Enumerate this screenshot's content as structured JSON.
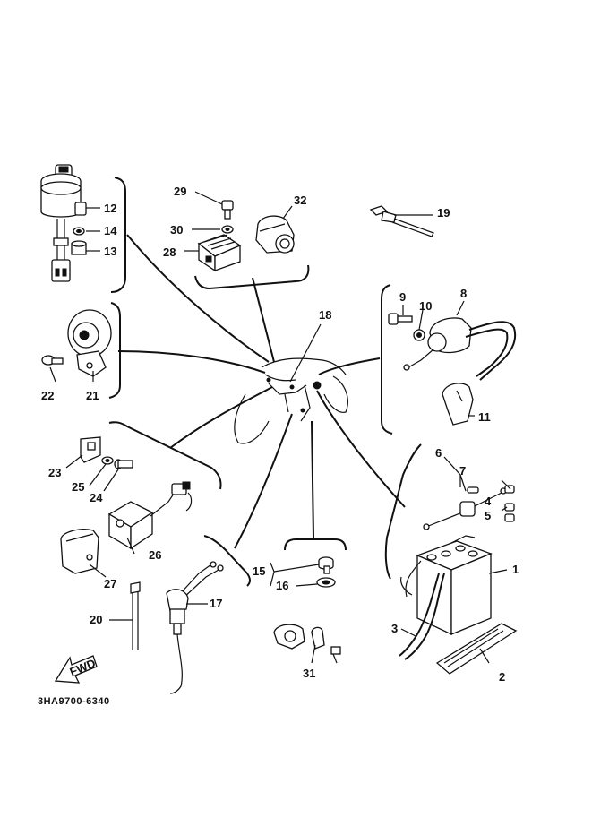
{
  "diagram_code": "3HA9700-6340",
  "fwd_text": "FWD",
  "callouts": {
    "c1": "1",
    "c2": "2",
    "c3": "3",
    "c4": "4",
    "c5": "5",
    "c6": "6",
    "c7": "7",
    "c8": "8",
    "c9": "9",
    "c10": "10",
    "c11": "11",
    "c12": "12",
    "c13": "13",
    "c14": "14",
    "c15": "15",
    "c16": "16",
    "c17": "17",
    "c18": "18",
    "c19": "19",
    "c20": "20",
    "c21": "21",
    "c22": "22",
    "c23": "23",
    "c24": "24",
    "c25": "25",
    "c26": "26",
    "c27": "27",
    "c28": "28",
    "c29": "29",
    "c30": "30",
    "c31": "31",
    "c32": "32"
  }
}
